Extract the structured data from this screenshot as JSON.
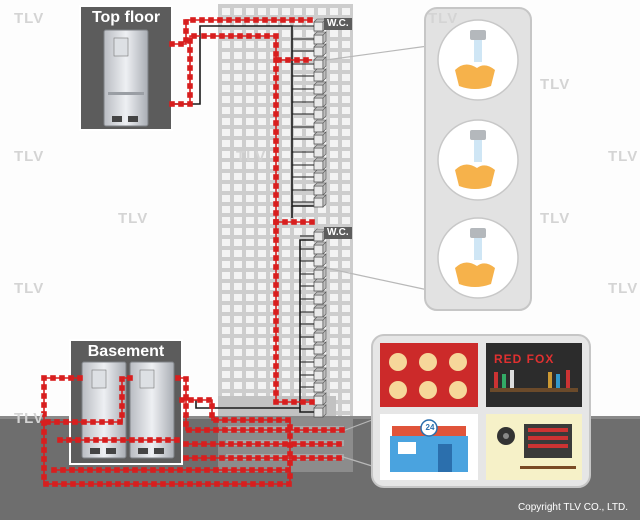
{
  "labels": {
    "top_floor": "Top floor",
    "basement": "Basement",
    "wc_upper": "W.C.",
    "wc_lower": "W.C.",
    "copyright": "Copyright TLV CO., LTD.",
    "watermark": "TLV",
    "shop_number": "24",
    "sign_text": "RED FOX"
  },
  "colors": {
    "pipe_red": "#d81e1e",
    "building": "#cfcfcf",
    "ground": "#6e6e6e",
    "label_bg": "#5a5a5a"
  }
}
